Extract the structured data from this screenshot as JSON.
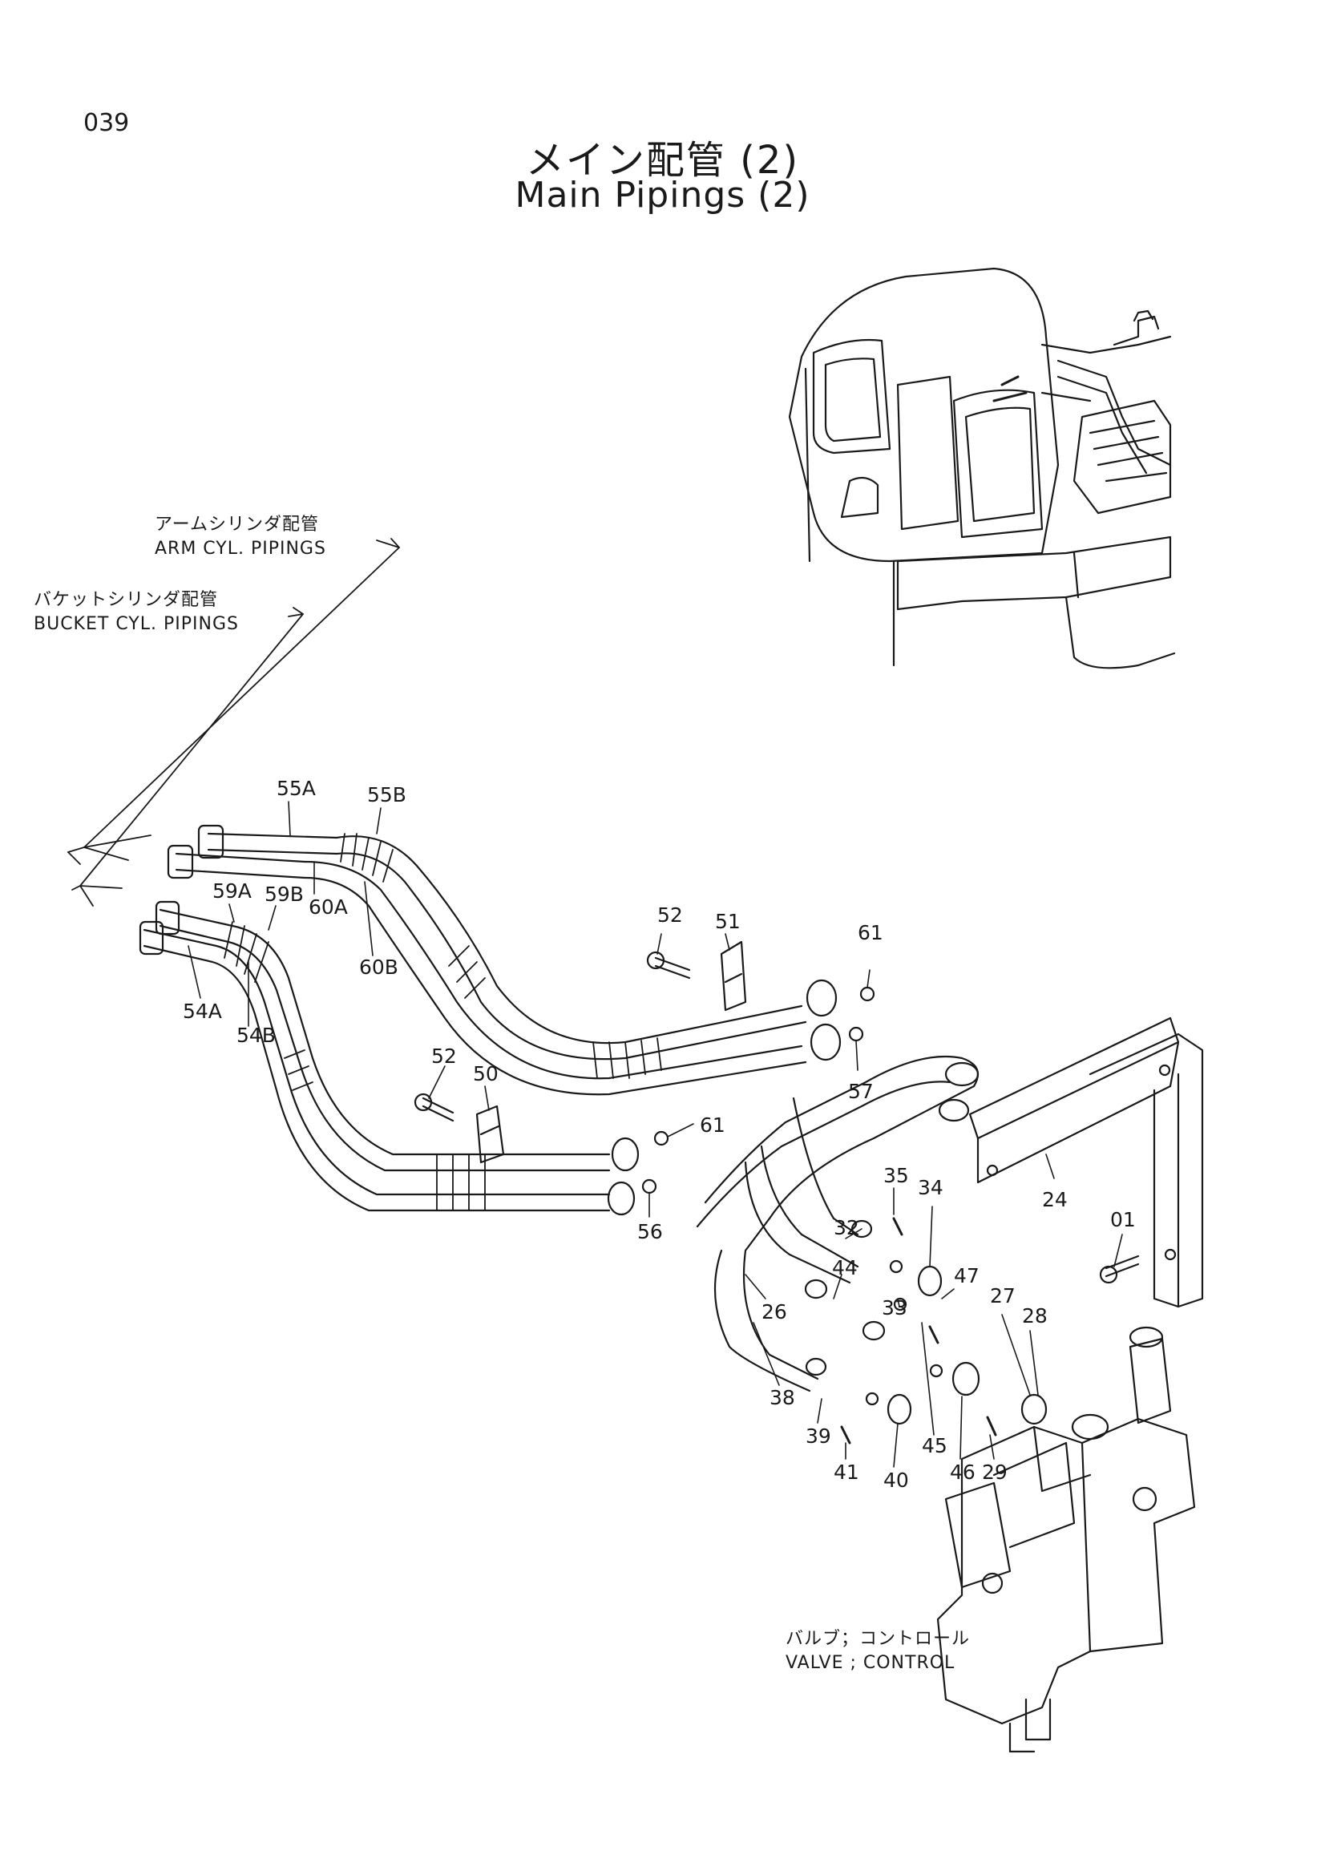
{
  "page_number": "039",
  "title_jp": "メイン配管 (2)",
  "title_en": "Main Pipings (2)",
  "notes": {
    "arm": {
      "jp": "アームシリンダ配管",
      "en": "ARM CYL. PIPINGS"
    },
    "bucket": {
      "jp": "バケットシリンダ配管",
      "en": "BUCKET CYL. PIPINGS"
    },
    "valve": {
      "jp": "バルブ；コントロール",
      "en": "VALVE ; CONTROL"
    }
  },
  "callouts": [
    {
      "id": "c55a",
      "label": "55A"
    },
    {
      "id": "c55b",
      "label": "55B"
    },
    {
      "id": "c59a",
      "label": "59A"
    },
    {
      "id": "c59b",
      "label": "59B"
    },
    {
      "id": "c60a",
      "label": "60A"
    },
    {
      "id": "c60b",
      "label": "60B"
    },
    {
      "id": "c54a",
      "label": "54A"
    },
    {
      "id": "c54b",
      "label": "54B"
    },
    {
      "id": "c52a",
      "label": "52"
    },
    {
      "id": "c51",
      "label": "51"
    },
    {
      "id": "c61a",
      "label": "61"
    },
    {
      "id": "c57",
      "label": "57"
    },
    {
      "id": "c52b",
      "label": "52"
    },
    {
      "id": "c50",
      "label": "50"
    },
    {
      "id": "c61b",
      "label": "61"
    },
    {
      "id": "c56",
      "label": "56"
    },
    {
      "id": "c24",
      "label": "24"
    },
    {
      "id": "c35",
      "label": "35"
    },
    {
      "id": "c34",
      "label": "34"
    },
    {
      "id": "c32",
      "label": "32"
    },
    {
      "id": "c01",
      "label": "01"
    },
    {
      "id": "c44",
      "label": "44"
    },
    {
      "id": "c33",
      "label": "33"
    },
    {
      "id": "c47",
      "label": "47"
    },
    {
      "id": "c26",
      "label": "26"
    },
    {
      "id": "c27",
      "label": "27"
    },
    {
      "id": "c28",
      "label": "28"
    },
    {
      "id": "c38",
      "label": "38"
    },
    {
      "id": "c39",
      "label": "39"
    },
    {
      "id": "c41",
      "label": "41"
    },
    {
      "id": "c40",
      "label": "40"
    },
    {
      "id": "c45",
      "label": "45"
    },
    {
      "id": "c46",
      "label": "46"
    },
    {
      "id": "c29",
      "label": "29"
    }
  ]
}
